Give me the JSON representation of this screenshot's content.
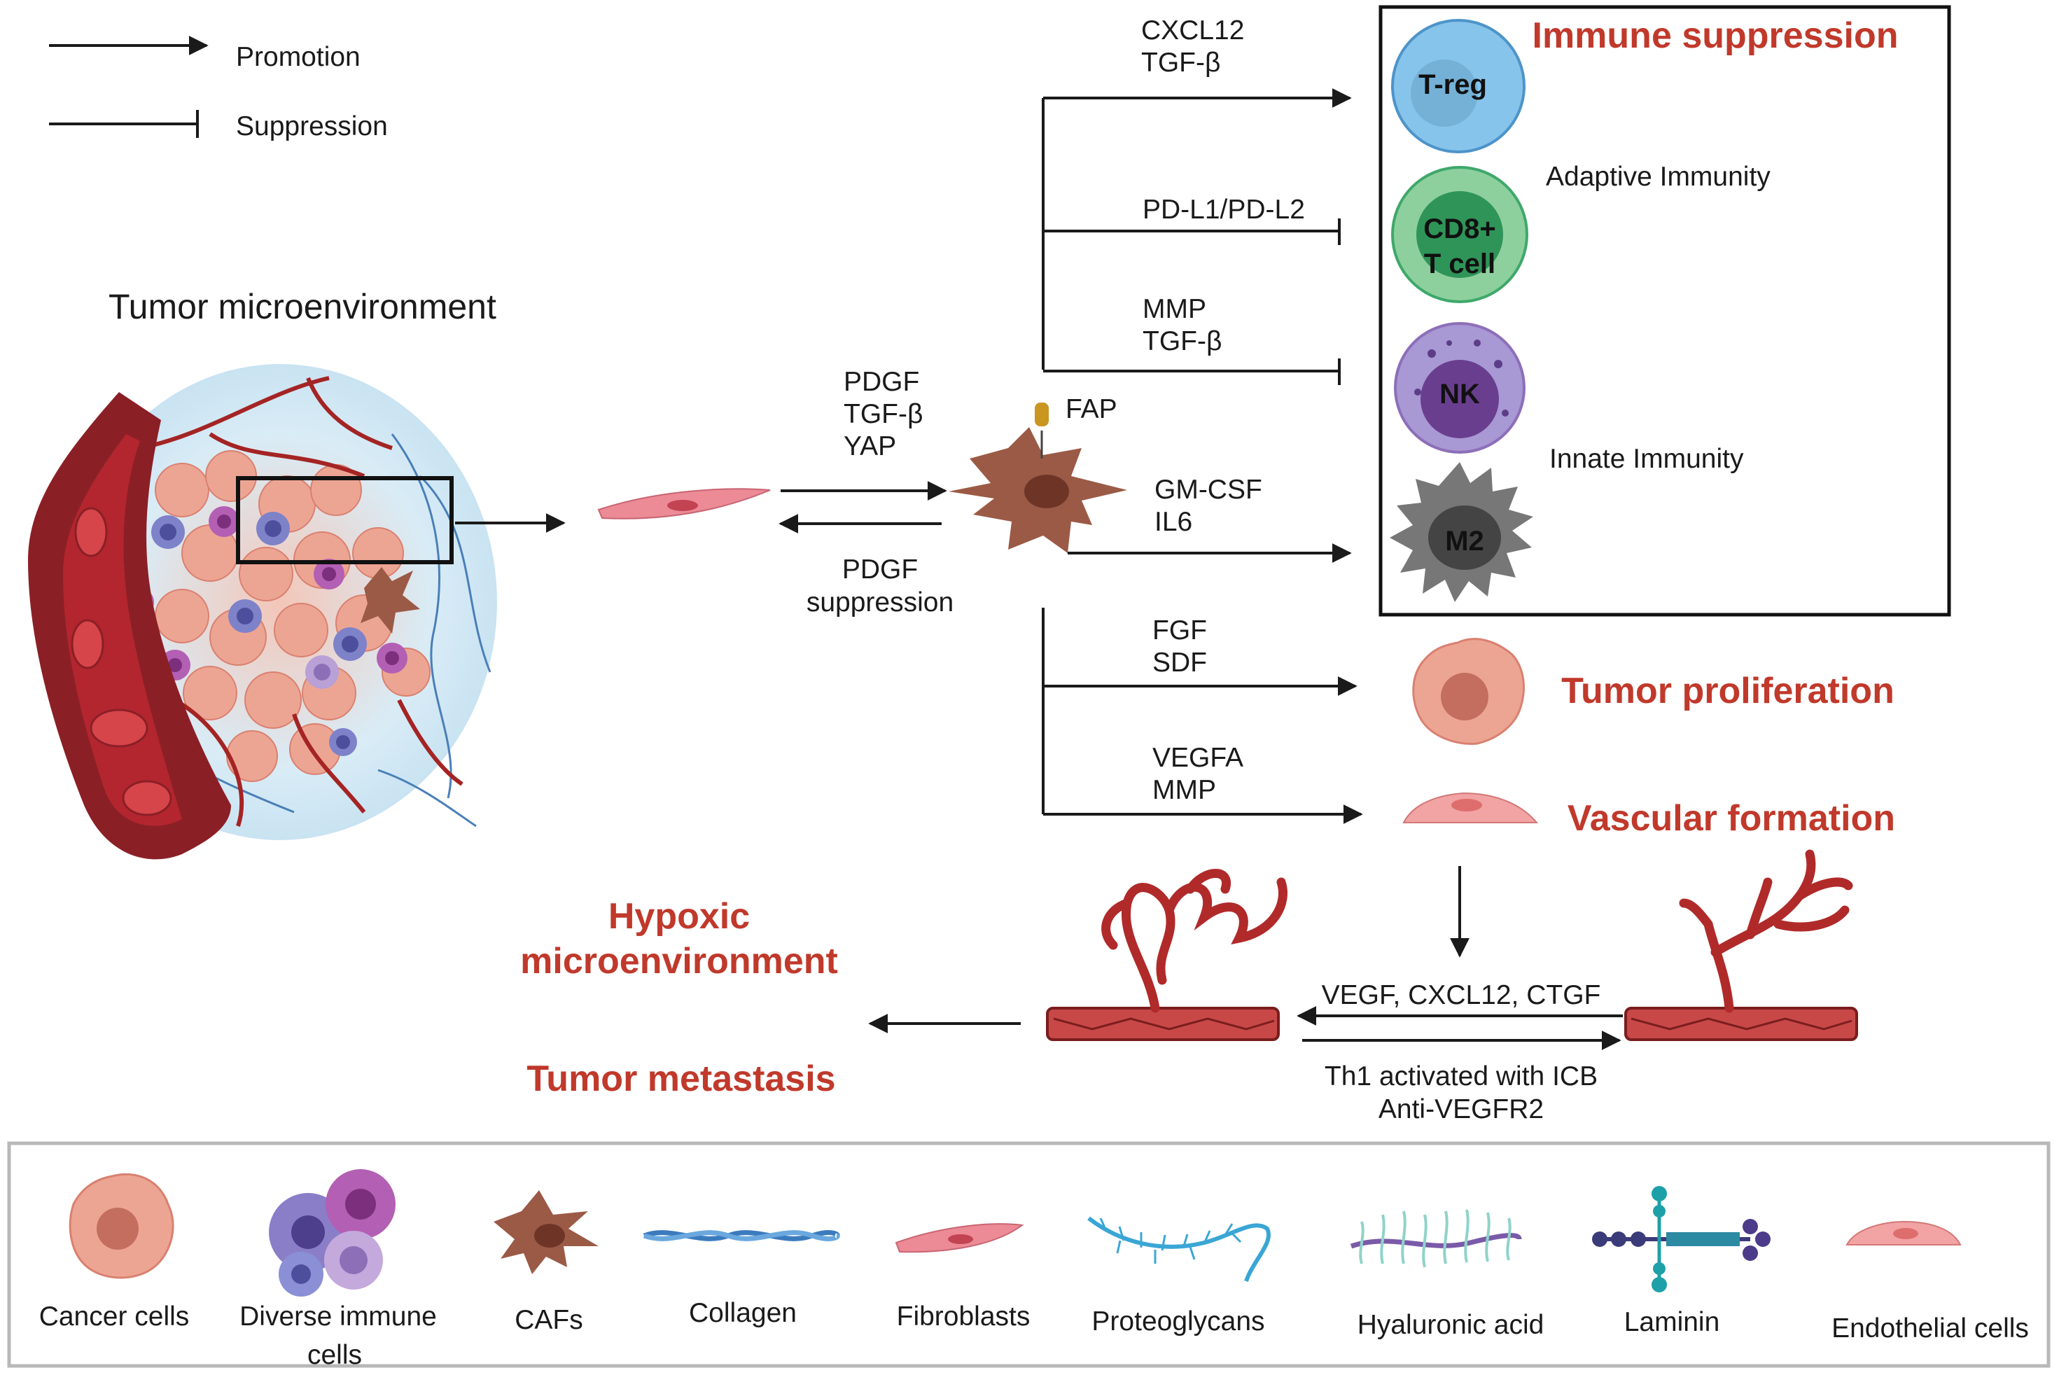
{
  "legend": {
    "promotion": "Promotion",
    "suppression": "Suppression"
  },
  "tme_title": "Tumor microenvironment",
  "fibroblast_to_caf": {
    "forward": [
      "PDGF",
      "TGF-β",
      "YAP"
    ],
    "backward": [
      "PDGF",
      "suppression"
    ]
  },
  "caf_marker": "FAP",
  "pathways": {
    "treg": [
      "CXCL12",
      "TGF-β"
    ],
    "cd8": [
      "PD-L1/PD-L2"
    ],
    "nk": [
      "MMP",
      "TGF-β"
    ],
    "m2": [
      "GM-CSF",
      "IL6"
    ],
    "proliferation": [
      "FGF",
      "SDF"
    ],
    "vascular": [
      "VEGFA",
      "MMP"
    ]
  },
  "immune_box": {
    "title": "Immune suppression",
    "adaptive": "Adaptive Immunity",
    "innate": "Innate Immunity",
    "cells": [
      "T-reg",
      "CD8+",
      "T cell",
      "NK",
      "M2"
    ]
  },
  "outcomes": {
    "proliferation": "Tumor proliferation",
    "vascular": "Vascular formation",
    "hypoxic_1": "Hypoxic",
    "hypoxic_2": "microenvironment",
    "metastasis": "Tumor metastasis"
  },
  "vessels": {
    "top_label": "VEGF, CXCL12, CTGF",
    "bottom_label_1": "Th1 activated with ICB",
    "bottom_label_2": "Anti-VEGFR2"
  },
  "bottom_legend": [
    {
      "label": "Cancer cells"
    },
    {
      "label": "Diverse immune",
      "label2": "cells"
    },
    {
      "label": "CAFs"
    },
    {
      "label": "Collagen"
    },
    {
      "label": "Fibroblasts"
    },
    {
      "label": "Proteoglycans"
    },
    {
      "label": "Hyaluronic acid"
    },
    {
      "label": "Laminin"
    },
    {
      "label": "Endothelial cells"
    }
  ],
  "colors": {
    "red_text": "#c0392b",
    "treg": "#5ba7dd",
    "cd8": "#3ea86a",
    "nk": "#8d6fb8",
    "m2": "#707070",
    "caf": "#9b5a46",
    "fibroblast": "#e9828e",
    "cancer": "#e8957f",
    "vessel": "#b02a2a"
  }
}
